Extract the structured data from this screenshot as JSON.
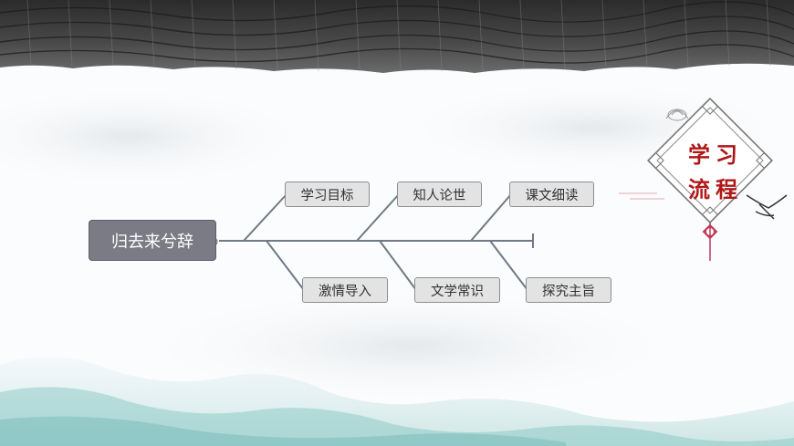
{
  "badge": {
    "line1": "学习",
    "line2": "流程"
  },
  "diagram": {
    "root": "归去来兮辞",
    "top_branches": [
      "学习目标",
      "知人论世",
      "课文细读"
    ],
    "bottom_branches": [
      "激情导入",
      "文学常识",
      "探究主旨"
    ]
  }
}
